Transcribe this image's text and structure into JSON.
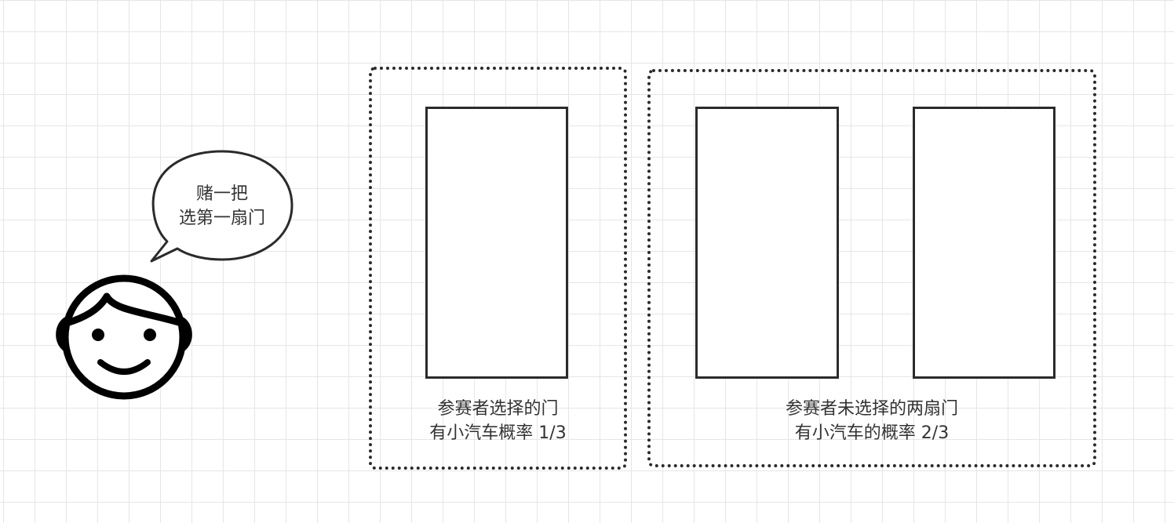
{
  "speech_bubble": {
    "line1": "赌一把",
    "line2": "选第一扇门"
  },
  "chosen_group": {
    "caption_line1": "参赛者选择的门",
    "caption_line2": "有小汽车概率 1/3"
  },
  "unchosen_group": {
    "caption_line1": "参赛者未选择的两扇门",
    "caption_line2": "有小汽车的概率 2/3"
  },
  "colors": {
    "stroke": "#2b2b2b",
    "text": "#333333",
    "grid": "#e6e6e6"
  }
}
